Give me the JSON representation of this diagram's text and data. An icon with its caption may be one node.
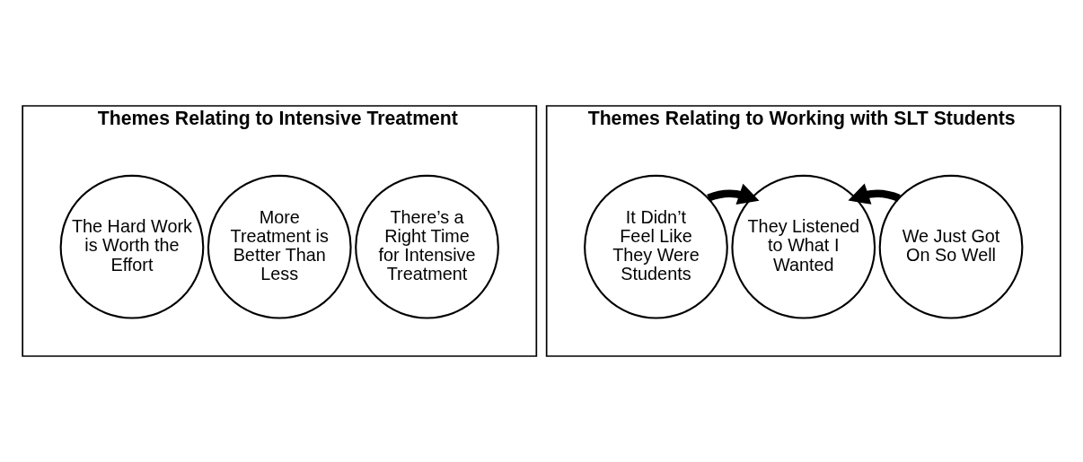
{
  "diagram": {
    "nodes": [
      {
        "text": [
          "Themes Relating to Intensive Treatment"
        ]
      },
      {
        "text": [
          "Themes Relating to Working with SLT Students"
        ]
      },
      {
        "text": [
          "The Hard Work is Worth the Effort"
        ],
        "in": 0
      },
      {
        "text": [
          "More Treatment is Better Than Less"
        ],
        "in": 0
      },
      {
        "text": [
          "There’s a Right Time for Intensive Treatment"
        ],
        "in": 0
      },
      {
        "text": [
          "It Didn’t Feel Like They Were Students"
        ],
        "in": 1
      },
      {
        "text": [
          "They Listened to What I Wanted"
        ],
        "in": 1
      },
      {
        "text": [
          "We Just Got On So Well"
        ],
        "in": 1
      }
    ],
    "edges": [
      {
        "from": 5,
        "to": 6,
        "arrow": "to"
      },
      {
        "from": 7,
        "to": 6,
        "arrow": "to"
      }
    ]
  }
}
